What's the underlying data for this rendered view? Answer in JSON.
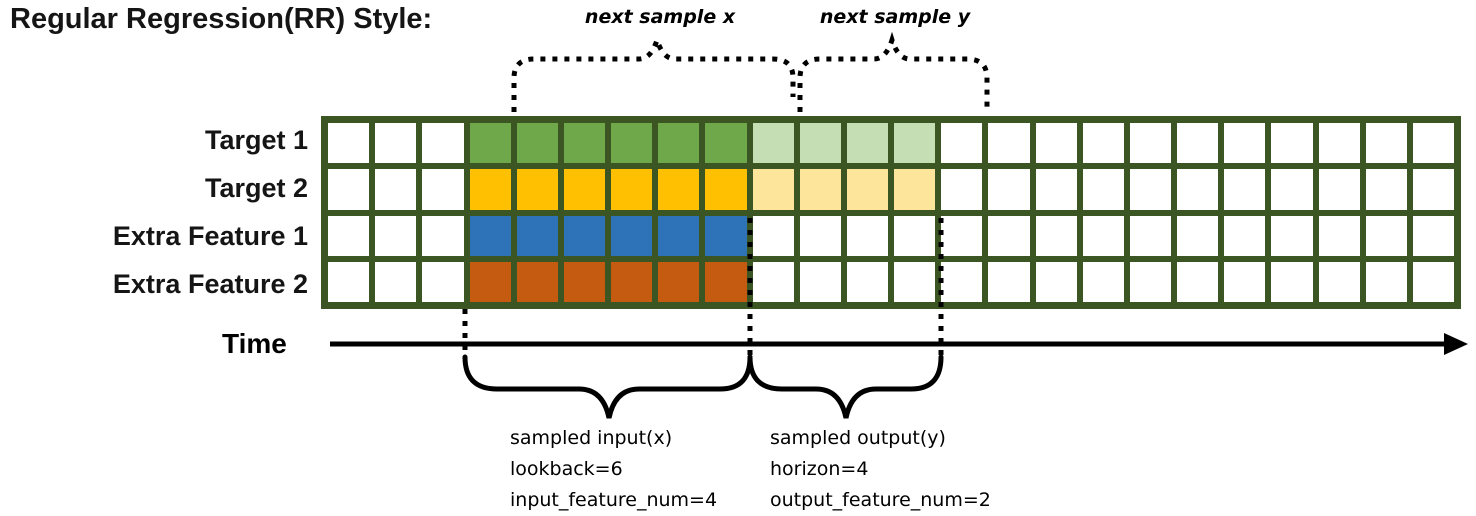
{
  "title": "Regular Regression(RR) Style:",
  "colors": {
    "grid_line": "#3b5523",
    "cell_empty": "#ffffff",
    "annotation": "#000000",
    "target1": "#6fa84b",
    "target1_light": "#c6deb3",
    "target2": "#fec000",
    "target2_light": "#fde59b",
    "extra_feature1": "#2e73b7",
    "extra_feature2": "#c55a11"
  },
  "grid": {
    "total_columns": 24,
    "lead_in_columns": 3,
    "lookback_columns": 6,
    "horizon_columns": 4,
    "rows": [
      {
        "label": "Target 1",
        "color": "#6fa84b",
        "light_color": "#c6deb3"
      },
      {
        "label": "Target 2",
        "color": "#fec000",
        "light_color": "#fde59b"
      },
      {
        "label": "Extra Feature 1",
        "color": "#2e73b7",
        "light_color": null
      },
      {
        "label": "Extra Feature 2",
        "color": "#c55a11",
        "light_color": null
      }
    ]
  },
  "annotations": {
    "next_sample_x": "next sample x",
    "next_sample_y": "next sample y",
    "time_label": "Time",
    "sampled_input": {
      "line1": "sampled input(x)",
      "line2": "lookback=6",
      "line3": "input_feature_num=4"
    },
    "sampled_output": {
      "line1": "sampled output(y)",
      "line2": "horizon=4",
      "line3": "output_feature_num=2"
    }
  }
}
